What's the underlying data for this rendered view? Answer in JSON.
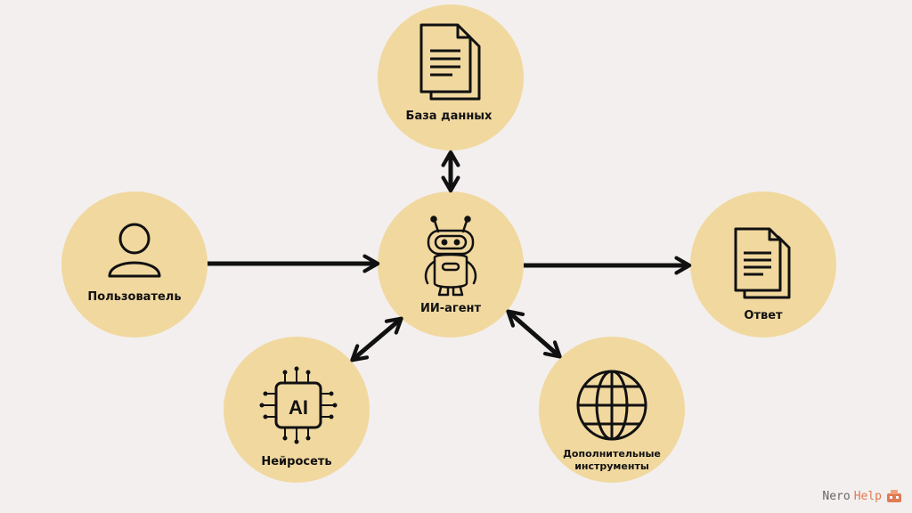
{
  "nodes": {
    "database": {
      "label": "База данных",
      "icon": "documents-icon"
    },
    "user": {
      "label": "Пользователь",
      "icon": "user-icon"
    },
    "agent": {
      "label": "ИИ-агент",
      "icon": "robot-icon"
    },
    "answer": {
      "label": "Ответ",
      "icon": "documents-icon"
    },
    "neural": {
      "label": "Нейросеть",
      "icon": "ai-chip-icon",
      "chip_text": "AI"
    },
    "tools": {
      "label_line1": "Дополнительные",
      "label_line2": "инструменты",
      "icon": "globe-icon"
    }
  },
  "watermark": {
    "text1": "Nero",
    "text2": "Help"
  },
  "colors": {
    "background": "#f3efee",
    "circle": "#f1d89f",
    "stroke": "#111111"
  }
}
